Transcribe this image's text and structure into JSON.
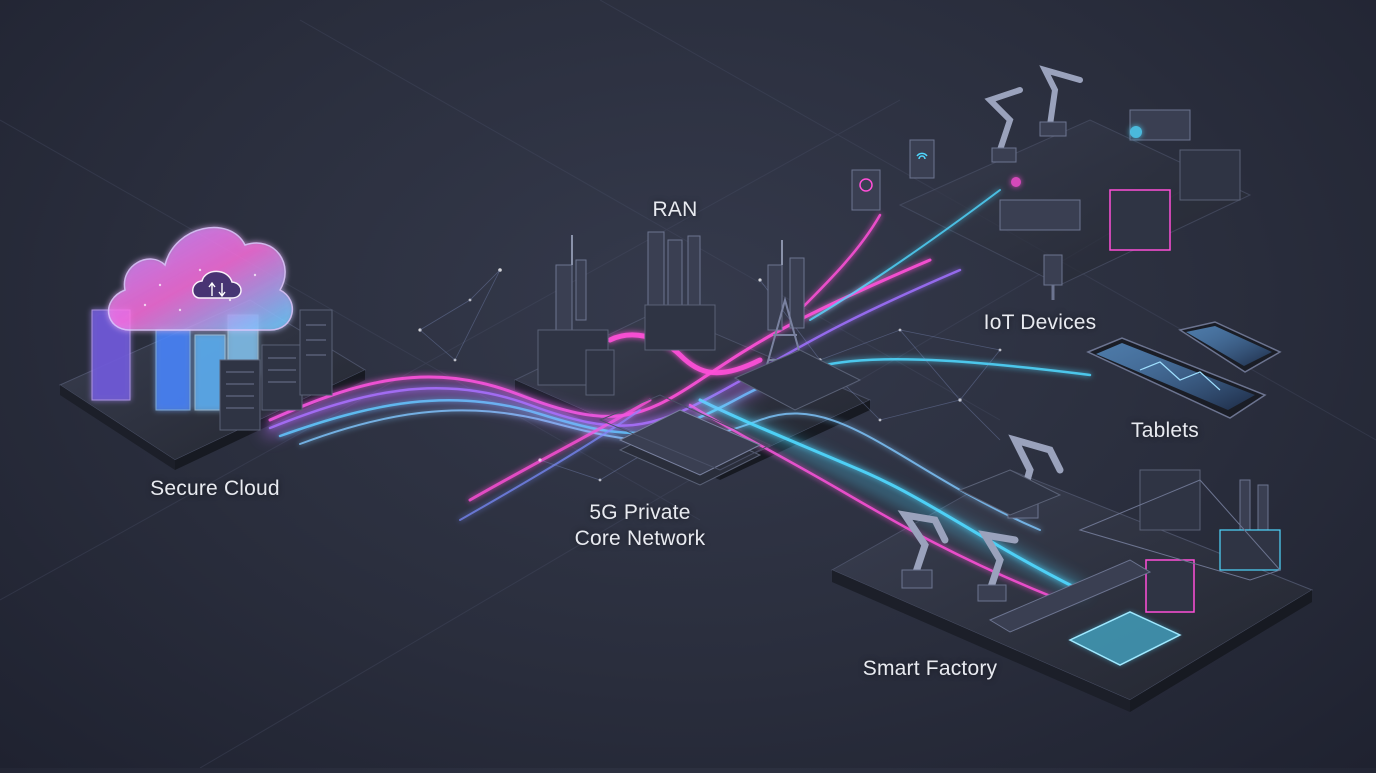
{
  "labels": {
    "secure_cloud": "Secure Cloud",
    "ran": "RAN",
    "core_line1": "5G Private",
    "core_line2": "Core Network",
    "iot_devices": "IoT Devices",
    "tablets": "Tablets",
    "smart_factory": "Smart Factory"
  },
  "icons": [
    "cloud-upload-download-icon",
    "cell-tower-icon",
    "robot-arm-icon",
    "tablet-icon",
    "sensor-icon"
  ],
  "colors": {
    "background": "#2a2e3d",
    "accent_magenta": "#ff4fd8",
    "accent_cyan": "#4fd8ff",
    "accent_violet": "#a070ff",
    "platform": "#2d3140",
    "label_text": "#e8eaf0"
  }
}
